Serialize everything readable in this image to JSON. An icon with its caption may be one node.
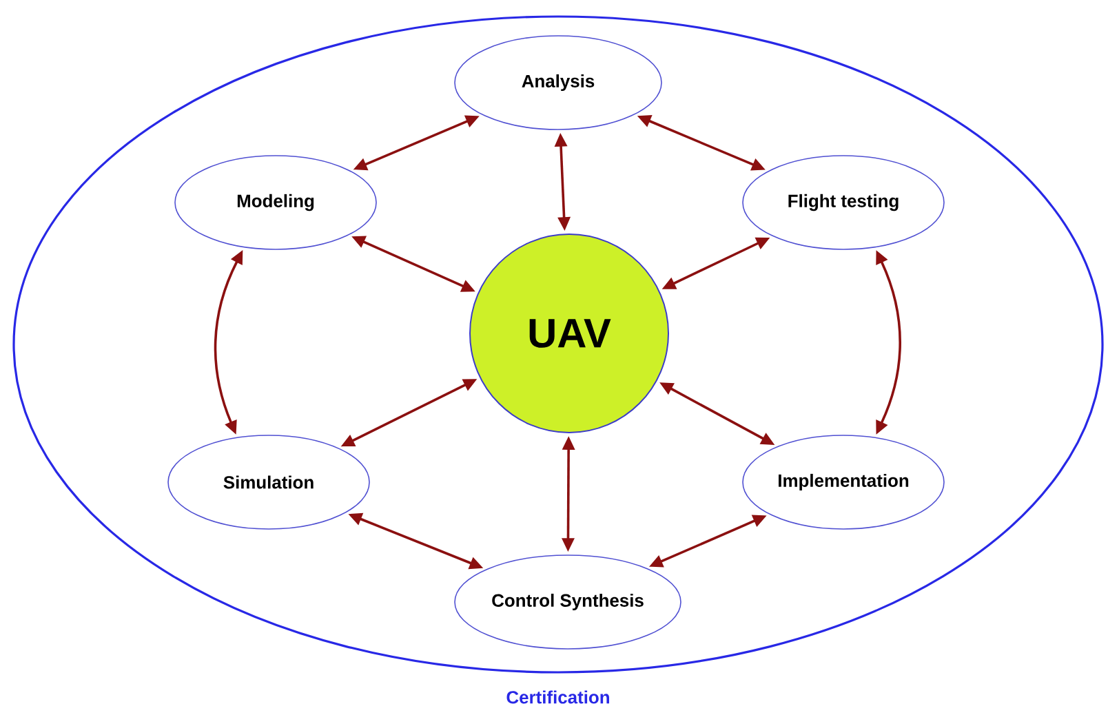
{
  "diagram": {
    "nodes": [
      {
        "text": [
          "Certification"
        ]
      },
      {
        "text": [
          "UAV"
        ],
        "in": 0
      },
      {
        "text": [
          "Analysis"
        ],
        "in": 0
      },
      {
        "text": [
          "Flight testing"
        ],
        "in": 0
      },
      {
        "text": [
          "Implementation"
        ],
        "in": 0
      },
      {
        "text": [
          "Control Synthesis"
        ],
        "in": 0
      },
      {
        "text": [
          "Simulation"
        ],
        "in": 0
      },
      {
        "text": [
          "Modeling"
        ],
        "in": 0
      }
    ],
    "edges": [
      {
        "from": 2,
        "to": 1,
        "arrow": "both",
        "color": "#8b1010"
      },
      {
        "from": 3,
        "to": 1,
        "arrow": "both",
        "color": "#8b1010"
      },
      {
        "from": 4,
        "to": 1,
        "arrow": "both",
        "color": "#8b1010"
      },
      {
        "from": 5,
        "to": 1,
        "arrow": "both",
        "color": "#8b1010"
      },
      {
        "from": 6,
        "to": 1,
        "arrow": "both",
        "color": "#8b1010"
      },
      {
        "from": 7,
        "to": 1,
        "arrow": "both",
        "color": "#8b1010"
      },
      {
        "from": 2,
        "to": 3,
        "arrow": "both",
        "color": "#8b1010"
      },
      {
        "from": 3,
        "to": 4,
        "arrow": "both",
        "color": "#8b1010"
      },
      {
        "from": 4,
        "to": 5,
        "arrow": "both",
        "color": "#8b1010"
      },
      {
        "from": 5,
        "to": 6,
        "arrow": "both",
        "color": "#8b1010"
      },
      {
        "from": 6,
        "to": 7,
        "arrow": "both",
        "color": "#8b1010"
      },
      {
        "from": 7,
        "to": 2,
        "arrow": "both",
        "color": "#8b1010"
      }
    ]
  }
}
